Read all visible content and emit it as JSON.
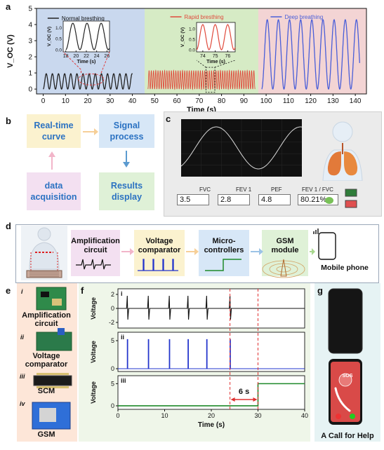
{
  "panels": {
    "a": "a",
    "b": "b",
    "c": "c",
    "d": "d",
    "e": "e",
    "f": "f",
    "g": "g"
  },
  "chart_data": [
    {
      "id": "a",
      "type": "line",
      "xlabel": "Time (s)",
      "ylabel": "V_OC (V)",
      "xticks": [
        0,
        10,
        20,
        30,
        40,
        50,
        60,
        70,
        80,
        90,
        100,
        110,
        120,
        130,
        140
      ],
      "yticks": [
        0,
        1,
        2,
        3,
        4,
        5
      ],
      "ylim": [
        -0.3,
        5
      ],
      "segments": [
        {
          "name": "Normal bresthing",
          "x": [
            0,
            40
          ],
          "color": "#222222",
          "peak": 0.95,
          "period": 2.75,
          "bg": "#c9d8ee"
        },
        {
          "name": "Rapid bresthing",
          "x": [
            47,
            95
          ],
          "color": "#e04a3c",
          "peak": 1.15,
          "period": 1.0,
          "bg": "#d6ebc5"
        },
        {
          "name": "Deep breathing",
          "x": [
            98,
            142
          ],
          "color": "#4a5ed8",
          "peak": 4.3,
          "period": 5.0,
          "bg": "#f3d4d4"
        }
      ],
      "insets": [
        {
          "xlabel": "Time (s)",
          "ylabel": "V_OC (V)",
          "xticks": [
            18,
            20,
            22,
            24,
            26
          ],
          "yticks": [
            0.0,
            0.5,
            1.0
          ],
          "color": "#222222"
        },
        {
          "xlabel": "Time (s)",
          "ylabel": "V_OC (V)",
          "xticks": [
            74,
            75,
            76
          ],
          "yticks": [
            0.0,
            0.5,
            1.0
          ],
          "color": "#e04a3c"
        }
      ]
    },
    {
      "id": "f",
      "type": "line",
      "xlabel": "Time (s)",
      "xticks": [
        0,
        10,
        20,
        30,
        40
      ],
      "subplots": [
        {
          "label": "i",
          "ylabel": "Voltage",
          "yticks": [
            -2,
            0,
            2
          ],
          "color": "#111111",
          "spikes": [
            2,
            6.5,
            11,
            15,
            19,
            24
          ]
        },
        {
          "label": "ii",
          "ylabel": "Voltage",
          "yticks": [
            0,
            5
          ],
          "color": "#2233cc",
          "spikes": [
            2,
            6.5,
            11,
            15,
            19,
            24
          ]
        },
        {
          "label": "iii",
          "ylabel": "Voltage",
          "yticks": [
            0,
            5
          ],
          "color": "#1f8a2a",
          "step_at": 30,
          "step_value": 5
        }
      ],
      "annotation": "6 s"
    }
  ],
  "diagram_b": {
    "realtime": "Real-time curve",
    "signal": "Signal process",
    "acq": "data acquisition",
    "results": "Results display"
  },
  "metrics": [
    {
      "name": "FVC",
      "value": "3.5"
    },
    {
      "name": "FEV 1",
      "value": "2.8"
    },
    {
      "name": "PEF",
      "value": "4.8"
    },
    {
      "name": "FEV 1 / FVC",
      "value": "80.21%"
    }
  ],
  "diagram_d": {
    "amp": "Amplification circuit",
    "volt": "Voltage comparator",
    "micro": "Micro-controllers",
    "gsm": "GSM module",
    "phone": "Mobile phone"
  },
  "components_e": [
    {
      "num": "i",
      "label": "Amplification circuit"
    },
    {
      "num": "ii",
      "label": "Voltage comparator"
    },
    {
      "num": "iii",
      "label": "SCM"
    },
    {
      "num": "iv",
      "label": "GSM"
    }
  ],
  "phone_g": {
    "caption": "A Call for Help",
    "sos": "SOS"
  },
  "colors": {
    "blue_text": "#2b72c2",
    "box_blue": "#d7e7f7",
    "box_yellow": "#fbf2cf",
    "box_pink": "#f3e0f1",
    "box_green": "#dff1d7"
  }
}
